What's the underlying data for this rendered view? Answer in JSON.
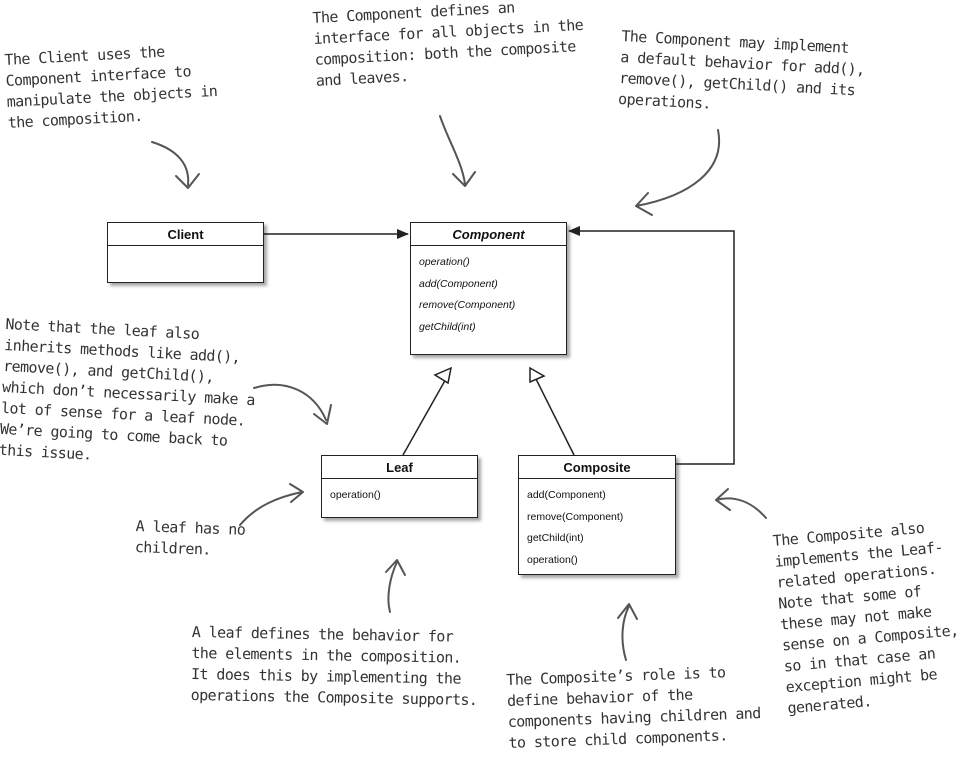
{
  "classes": {
    "client": {
      "name": "Client",
      "operations": []
    },
    "component": {
      "name": "Component",
      "operations": [
        "operation()",
        "add(Component)",
        "remove(Component)",
        "getChild(int)"
      ]
    },
    "leaf": {
      "name": "Leaf",
      "operations": [
        "operation()"
      ]
    },
    "composite": {
      "name": "Composite",
      "operations": [
        "add(Component)",
        "remove(Component)",
        "getChild(int)",
        "operation()"
      ]
    }
  },
  "notes": {
    "client_note": "The Client uses the\nComponent interface to\nmanipulate the objects in\nthe composition.",
    "component_note": "The Component defines an\ninterface for all objects in the\ncomposition: both the composite\nand leaves.",
    "default_behavior_note": "The Component may implement\na default behavior for add(),\nremove(), getChild() and its\noperations.",
    "leaf_inherits_note": "Note that the leaf also\ninherits methods like add(),\nremove(), and getChild(),\nwhich don’t necessarily make a\nlot of sense for a leaf node.\nWe’re going to come back to\nthis issue.",
    "leaf_children_note": "A leaf has no\nchildren.",
    "leaf_behavior_note": "A leaf defines the behavior for\nthe elements in the composition.\nIt does this by implementing the\noperations the Composite supports.",
    "composite_role_note": "The Composite’s role is to\ndefine behavior of the\ncomponents having children and\nto store child components.",
    "composite_leaf_ops_note": "The Composite also\nimplements the Leaf-\nrelated operations.\nNote that some of\nthese may not make\nsense on a Composite,\nso in that case an\nexception might be\ngenerated."
  }
}
